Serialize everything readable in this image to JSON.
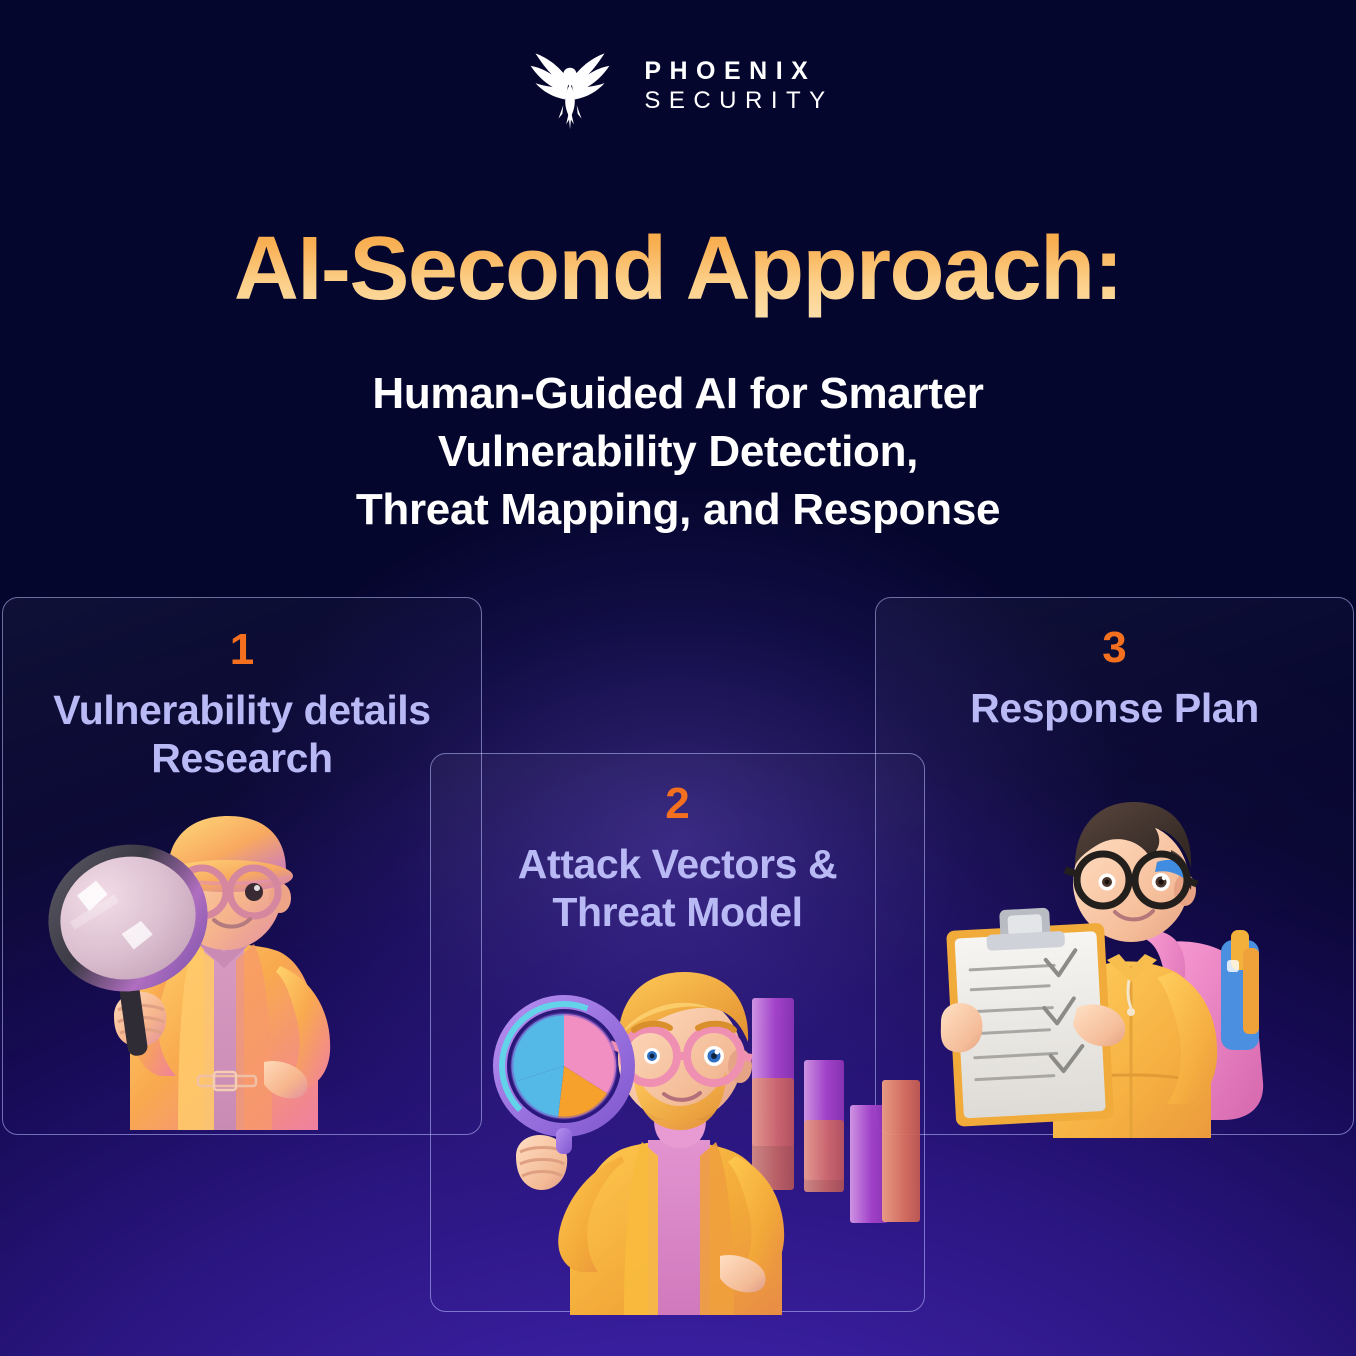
{
  "brand": {
    "logo_icon": "phoenix-bird-icon",
    "name_line1": "PHOENIX",
    "name_line2": "SECURITY"
  },
  "header": {
    "title": "AI-Second Approach:",
    "title_gradient_from": "#f5a23c",
    "title_gradient_to": "#fde0ad",
    "subtitle": "Human-Guided AI for Smarter\nVulnerability Detection,\nThreat Mapping, and Response"
  },
  "theme": {
    "background_top": "#05062e",
    "background_bottom": "#2e1a93",
    "card_border": "#bec3ff",
    "number_color": "#f4701f",
    "card_title_color": "#b9b9f5",
    "subtitle_color": "#ffffff"
  },
  "steps": [
    {
      "number": "1",
      "title": "Vulnerability details\nResearch",
      "illustration": "detective-with-magnifying-glass"
    },
    {
      "number": "2",
      "title": "Attack Vectors &\nThreat Model",
      "illustration": "analyst-with-pie-chart-and-bar-chart"
    },
    {
      "number": "3",
      "title": "Response Plan",
      "illustration": "student-with-clipboard-checklist"
    }
  ]
}
